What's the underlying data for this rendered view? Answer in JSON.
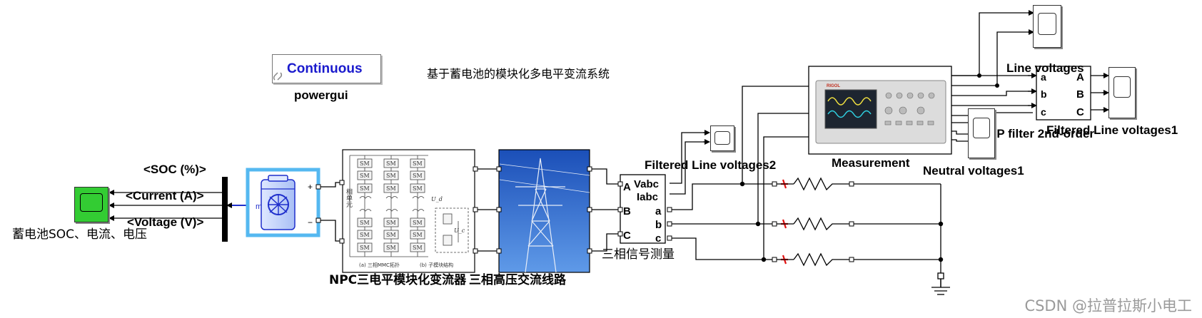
{
  "diagram_title": "基于蓄电池的模块化多电平变流系统",
  "powergui": {
    "mode": "Continuous",
    "name": "powergui"
  },
  "battery_bus": {
    "soc": "<SOC (%)>",
    "current": "<Current (A)>",
    "voltage": "<Voltage (V)>",
    "m_port": "m"
  },
  "battery_scope": {
    "name": "蓄电池SOC、电流、电压"
  },
  "battery": {
    "plus": "+",
    "minus": "−"
  },
  "converter": {
    "name": "NPC三电平模块化变流器",
    "image_text": {
      "side_label": "相单元",
      "sm": "SM",
      "ud": "U_d",
      "uc": "U_c",
      "caption_a": "(a) 三相MMC拓扑",
      "caption_b": "(b) 子模块结构"
    }
  },
  "line": {
    "name": "三相高压交流线路"
  },
  "measurement3": {
    "name": "三相信号测量",
    "ports_in": [
      "A",
      "B",
      "C"
    ],
    "ports_out": [
      "Vabc",
      "Iabc",
      "a",
      "b",
      "c"
    ]
  },
  "scope_filtered2": {
    "name": "Filtered Line voltages2"
  },
  "measurement_block": {
    "name": "Measurement",
    "brand": "RIGOL"
  },
  "line_voltages_block": {
    "name": "Line voltages",
    "ports_in": [
      "a",
      "b",
      "c"
    ],
    "ports_out": [
      "A",
      "B",
      "C"
    ]
  },
  "lp_filter": {
    "name": "LP filter 2nd-order"
  },
  "scope_filtered1": {
    "name": "Filtered Line voltages1"
  },
  "scope_neutral": {
    "name": "Neutral voltages1"
  },
  "watermark": "CSDN @拉普拉斯小电工",
  "colors": {
    "powergui_text": "#1a1acd",
    "battery_scope": "#33cc33",
    "battery_frame": "#55b8f0",
    "battery_icon": "#1f2fcc",
    "load_switch_red": "#e01010",
    "sky": "#1d5cc4"
  }
}
